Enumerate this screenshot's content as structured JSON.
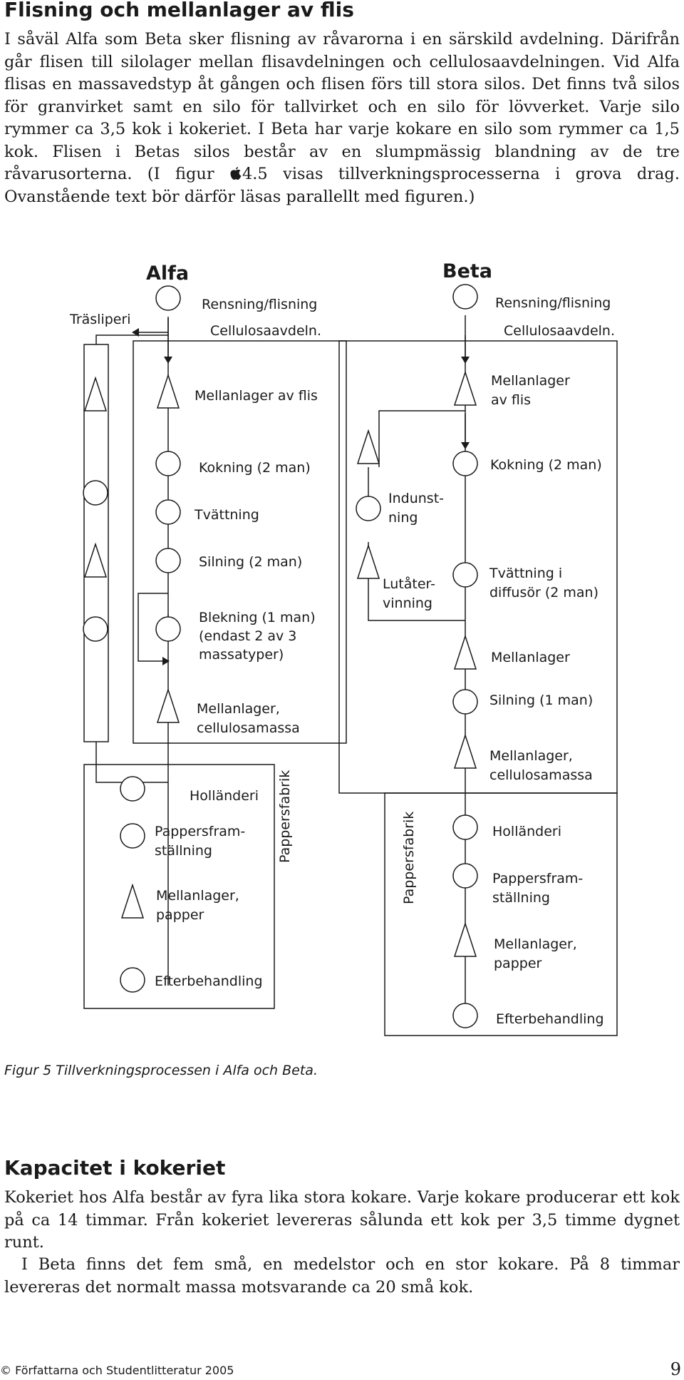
{
  "section1": {
    "heading": "Flisning och mellanlager av flis",
    "paragraph": "I såväl Alfa som Beta sker flisning av råvarorna i en särskild avdelning. Därifrån går flisen till silolager mellan flisavdelningen och cellulosaavdelningen. Vid Alfa flisas en massavedstyp åt gången och flisen förs till stora silos. Det finns två silos för granvirket samt en silo för tallvirket och en silo för lövverket. Varje silo rymmer ca 3,5 kok i kokeriet. I Beta har varje kokare en silo som rymmer ca 1,5 kok. Flisen i Betas silos består av en slumpmässig blandning av de tre råvarusorterna. (I figur ",
    "paragraph_tail": "4.5 visas tillverkningsprocesserna i grova drag. Ovanstående text bör därför läsas parallellt med figuren.)"
  },
  "figure": {
    "alfa": {
      "title": "Alfa",
      "trasliperi": "Träsliperi",
      "steps": [
        "Rensning/flisning",
        "Cellulosaavdeln.",
        "Mellanlager av flis",
        "Kokning (2 man)",
        "Tvättning",
        "Silning (2 man)",
        "Blekning (1 man)",
        "(endast 2 av 3",
        "massatyper)",
        "Mellanlager,",
        "cellulosamassa"
      ],
      "paper_steps": [
        "Holländeri",
        "Pappersfram-",
        "ställning",
        "Mellanlager,",
        "papper",
        "Efterbehandling"
      ],
      "pappersfabrik": "Pappersfabrik"
    },
    "beta": {
      "title": "Beta",
      "steps": [
        "Rensning/flisning",
        "Cellulosaavdeln.",
        "Mellanlager",
        "av flis",
        "Kokning (2 man)",
        "Tvättning i",
        "diffusör (2 man)",
        "Mellanlager",
        "Silning (1 man)",
        "Mellanlager,",
        "cellulosamassa"
      ],
      "recovery": [
        "Indunst-",
        "ning",
        "Lutåter-",
        "vinning"
      ],
      "paper_steps": [
        "Holländeri",
        "Pappersfram-",
        "ställning",
        "Mellanlager,",
        "papper",
        "Efterbehandling"
      ],
      "pappersfabrik": "Pappersfabrik"
    },
    "caption": "Figur 5  Tillverkningsprocessen i Alfa och Beta."
  },
  "section2": {
    "heading": "Kapacitet i kokeriet",
    "paragraph1": "Kokeriet hos Alfa består av fyra lika stora kokare. Varje kokare producerar ett kok på ca 14 timmar. Från kokeriet levereras sålunda ett kok per 3,5 timme dygnet runt.",
    "paragraph2": "I Beta finns det fem små, en medelstor och en stor kokare. På 8 timmar levereras det normalt massa motsvarande ca 20 små kok."
  },
  "footer": {
    "copyright": "© Författarna och Studentlitteratur 2005",
    "page_number": "9"
  }
}
